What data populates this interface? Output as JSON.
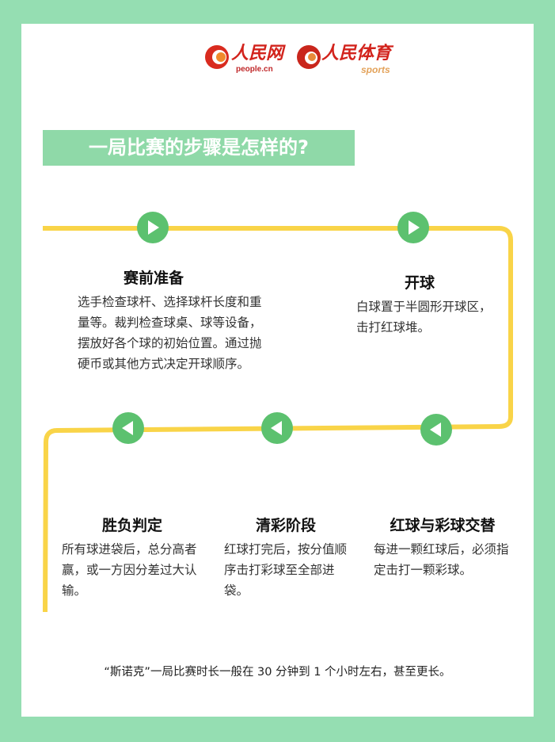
{
  "logos": {
    "people": {
      "name": "人民网",
      "sub": "people.cn"
    },
    "sports": {
      "name": "人民体育",
      "sub": "sports"
    }
  },
  "title": "一局比赛的步骤是怎样的?",
  "steps": [
    {
      "title": "赛前准备",
      "text": "选手检查球杆、选择球杆长度和重量等。裁判检查球桌、球等设备，摆放好各个球的初始位置。通过抛硬币或其他方式决定开球顺序。"
    },
    {
      "title": "开球",
      "text": "白球置于半圆形开球区，击打红球堆。"
    },
    {
      "title": "红球与彩球交替",
      "text": "每进一颗红球后，必须指定击打一颗彩球。"
    },
    {
      "title": "清彩阶段",
      "text": "红球打完后，按分值顺序击打彩球至全部进袋。"
    },
    {
      "title": "胜负判定",
      "text": "所有球进袋后，总分高者赢，或一方因分差过大认输。"
    }
  ],
  "footer": "“斯诺克”一局比赛时长一般在 30 分钟到 1 个小时左右，甚至更长。",
  "colors": {
    "background": "#95deb2",
    "line": "#f9d448",
    "node": "#5cc16f"
  }
}
